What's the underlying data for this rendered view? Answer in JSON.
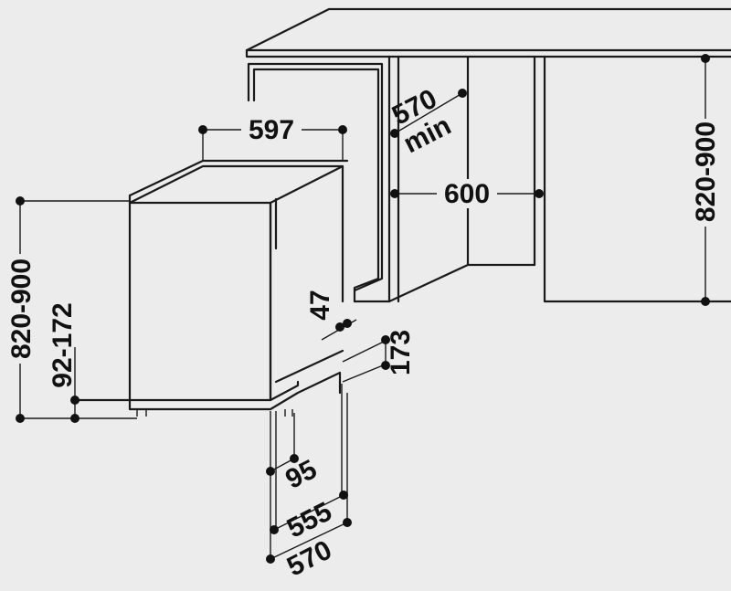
{
  "colors": {
    "background": "#ececec",
    "line": "#1a1a1a"
  },
  "dimensions": {
    "width_appliance": "597",
    "min_depth_label": "570",
    "min_label": "min",
    "niche_width": "600",
    "niche_height": "820-900",
    "appliance_height": "820-900",
    "plinth_height": "92-172",
    "door_gap": "47",
    "door_travel": "173",
    "foot_setback": "95",
    "depth_body": "555",
    "depth_total": "570"
  }
}
